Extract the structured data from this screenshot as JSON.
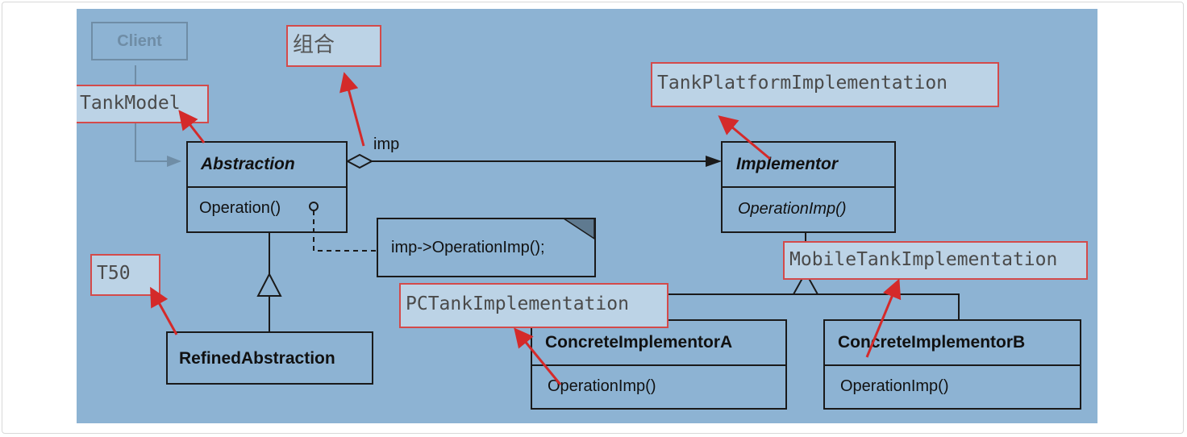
{
  "diagram": {
    "client": "Client",
    "abstraction": {
      "name": "Abstraction",
      "method": "Operation()"
    },
    "refined": {
      "name": "RefinedAbstraction"
    },
    "implementor": {
      "name": "Implementor",
      "method": "OperationImp()"
    },
    "concreteA": {
      "name": "ConcreteImplementorA",
      "method": "OperationImp()"
    },
    "concreteB": {
      "name": "ConcreteImplementorB",
      "method": "OperationImp()"
    },
    "assoc_label": "imp",
    "note": "imp->OperationImp();"
  },
  "annotations": {
    "composition": "组合",
    "tank_model": "TankModel",
    "t50": "T50",
    "platform_impl": "TankPlatformImplementation",
    "mobile_impl": "MobileTankImplementation",
    "pc_impl": "PCTankImplementation"
  },
  "colors": {
    "background": "#8db3d3",
    "callout_fill": "#bcd3e6",
    "callout_border": "#d44a4a",
    "arrow": "#d42a2a"
  }
}
